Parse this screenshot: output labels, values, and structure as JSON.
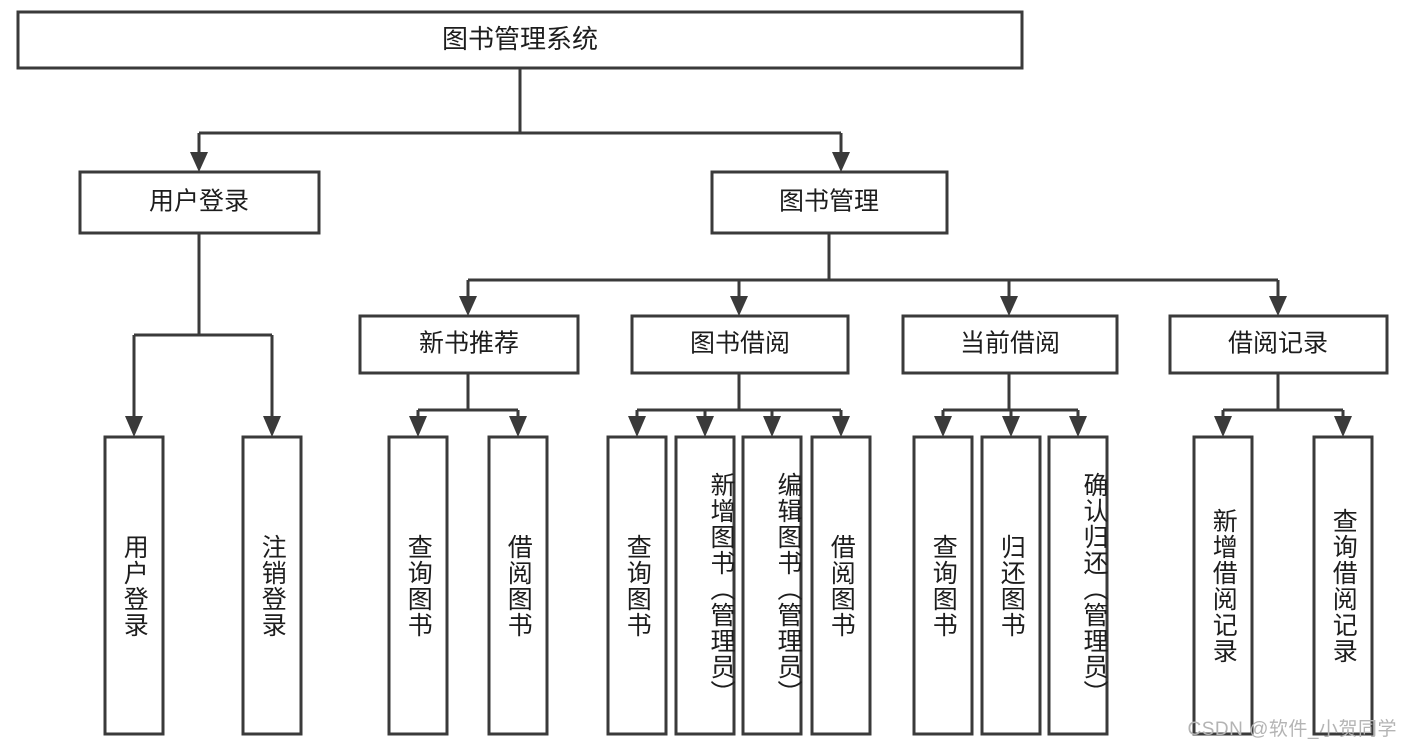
{
  "diagram": {
    "type": "hierarchy-tree",
    "title": "图书管理系统",
    "watermark": "CSDN @软件_小贺同学",
    "colors": {
      "box_fill": "#ffffff",
      "box_stroke": "#3a3a3a",
      "text": "#1d1d1d",
      "watermark": "#b4b4b4",
      "background": "#ffffff"
    },
    "root": {
      "label": "图书管理系统"
    },
    "level2": [
      {
        "label": "用户登录"
      },
      {
        "label": "图书管理"
      }
    ],
    "level3": [
      {
        "label": "新书推荐"
      },
      {
        "label": "图书借阅"
      },
      {
        "label": "当前借阅"
      },
      {
        "label": "借阅记录"
      }
    ],
    "leaves": {
      "user_login": [
        {
          "label": "用户登录"
        },
        {
          "label": "注销登录"
        }
      ],
      "new_book_recommend": [
        {
          "label": "查询图书"
        },
        {
          "label": "借阅图书"
        }
      ],
      "book_borrow": [
        {
          "label": "查询图书"
        },
        {
          "label": "新增图书（管理员）"
        },
        {
          "label": "编辑图书（管理员）"
        },
        {
          "label": "借阅图书"
        }
      ],
      "current_borrow": [
        {
          "label": "查询图书"
        },
        {
          "label": "归还图书"
        },
        {
          "label": "确认归还（管理员）"
        }
      ],
      "borrow_records": [
        {
          "label": "新增借阅记录"
        },
        {
          "label": "查询借阅记录"
        }
      ]
    }
  }
}
